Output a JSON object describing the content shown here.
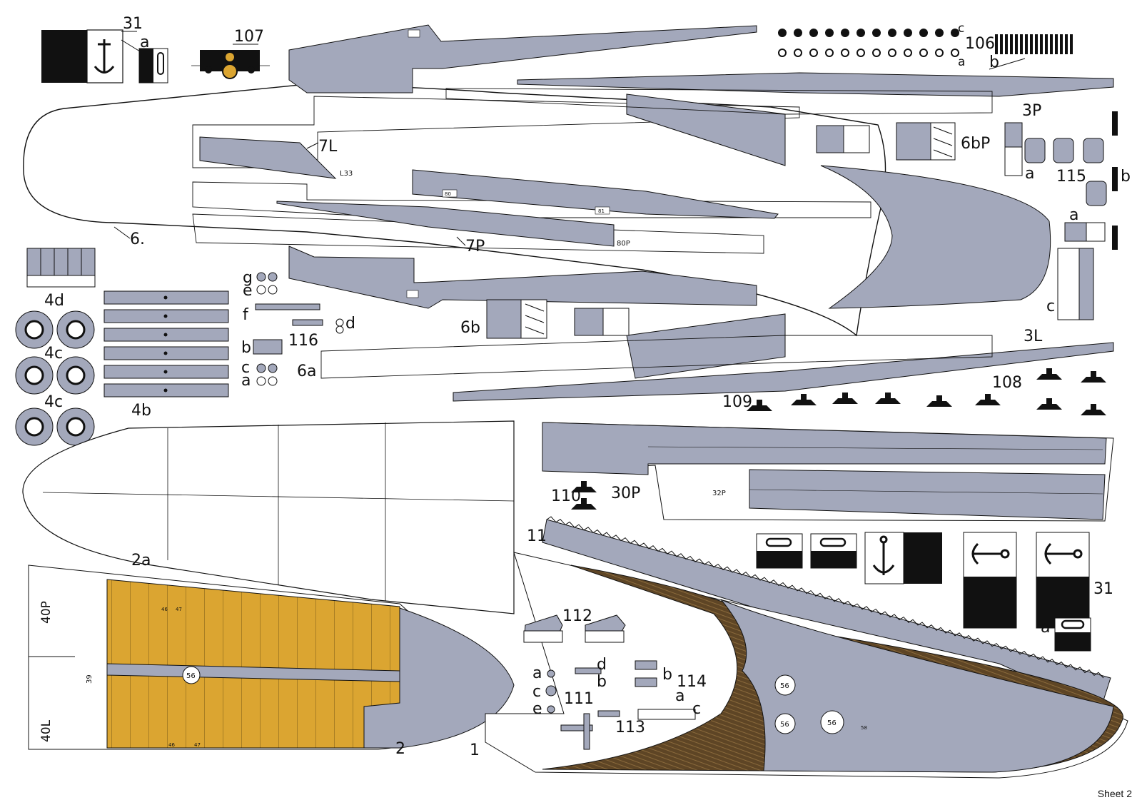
{
  "sheet_label": "Sheet 2",
  "colors": {
    "grey": "#a3a8bb",
    "deck": "#dba531",
    "wood": "#5e4525",
    "ink": "#111111"
  },
  "parts": {
    "p31": "31",
    "p31b": "31",
    "p31a": "a",
    "p31a2": "a",
    "p107": "107",
    "p106": "106",
    "p106c": "c",
    "p106a": "a",
    "p106b": "b",
    "p3P": "3P",
    "p3L": "3L",
    "p6": "6.",
    "p6a": "6a",
    "p6b": "6b",
    "p6bP": "6bP",
    "p7L": "7L",
    "p7P": "7P",
    "pL33": "L33",
    "p80P": "80P",
    "p115": "115",
    "p115a": "a",
    "p115a2": "a",
    "p115b": "b",
    "p115c": "c",
    "p4d": "4d",
    "p4c1": "4c",
    "p4c2": "4c",
    "p4b": "4b",
    "p116": "116",
    "p116g": "g",
    "p116e": "e",
    "p116f": "f",
    "p116d": "d",
    "p116b": "b",
    "p116c": "c",
    "p116a": "a",
    "p108": "108",
    "p109": "109",
    "p110": "110",
    "p30P": "30P",
    "p32P": "32P",
    "p11": "11",
    "p2a": "2a",
    "p2": "2",
    "p40P": "40P",
    "p40L": "40L",
    "p39": "39",
    "p56": "56",
    "p56b": "56",
    "p56c": "56",
    "p56d": "56",
    "p112": "112",
    "p111": "111",
    "p111a": "a",
    "p111c": "c",
    "p111e": "e",
    "p111d": "d",
    "p111b": "b",
    "p113": "113",
    "p114": "114",
    "p114b": "b",
    "p114a": "a",
    "p114c": "c",
    "p1": "1",
    "n80": "80",
    "n81": "81",
    "n47": "47",
    "n46": "46",
    "n58": "58"
  }
}
